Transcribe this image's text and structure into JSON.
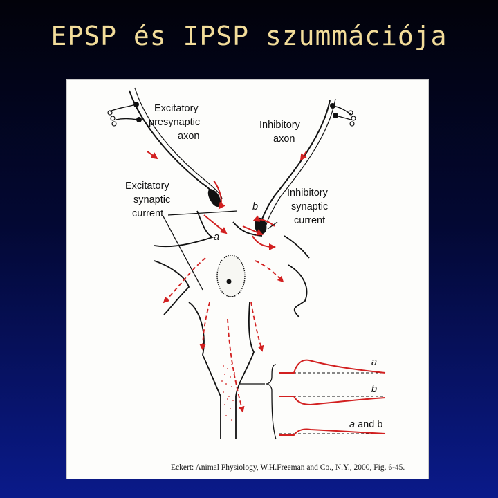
{
  "slide": {
    "title": "EPSP és IPSP szummációja"
  },
  "figure": {
    "labels": {
      "excitatory_axon": [
        "Excitatory",
        "presynaptic",
        "axon"
      ],
      "inhibitory_axon": [
        "Inhibitory",
        "axon"
      ],
      "excitatory_current": [
        "Excitatory",
        "synaptic",
        "current"
      ],
      "inhibitory_current": [
        "Inhibitory",
        "synaptic",
        "current"
      ],
      "synapse_a": "a",
      "synapse_b": "b"
    },
    "traces": {
      "a": "a",
      "b": "b",
      "ab_prefix": "a",
      "ab_suffix": " and b"
    },
    "citation": "Eckert: Animal Physiology, W.H.Freeman and Co., N.Y., 2000, Fig. 6-45.",
    "colors": {
      "arrow": "#d22020",
      "ink": "#111111"
    }
  }
}
